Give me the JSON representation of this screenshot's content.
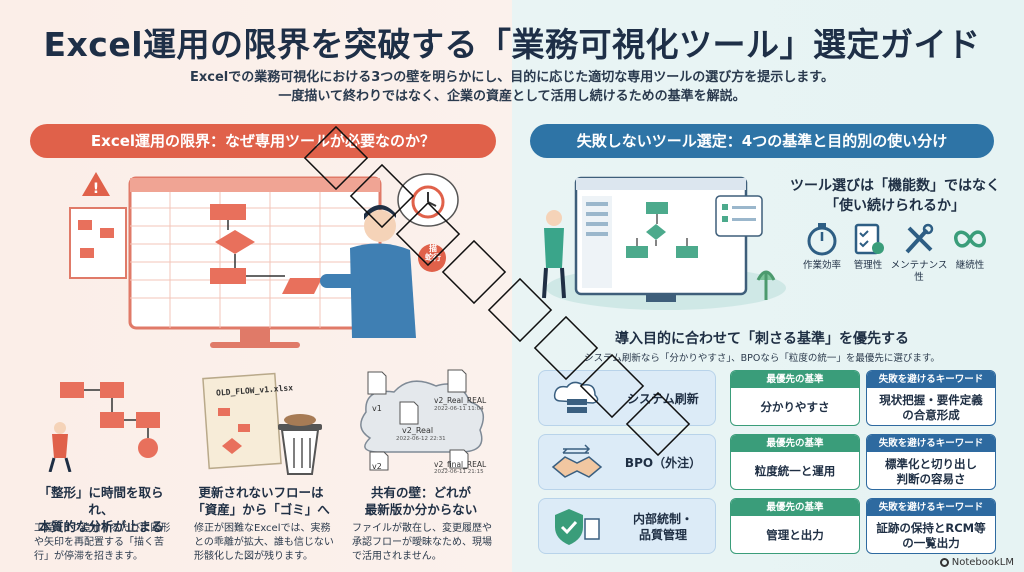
{
  "header": {
    "title": "Excel運用の限界を突破する「業務可視化ツール」選定ガイド",
    "subtitle_line1": "Excelでの業務可視化における3つの壁を明らかにし、目的に応じた適切な専用ツールの選び方を提示します。",
    "subtitle_line2": "一度描いて終わりではなく、企業の資産として活用し続けるための基準を解説。"
  },
  "left": {
    "banner": "Excel運用の限界：なぜ専用ツールが必要なのか？",
    "hero_badge": "描\n蛇行",
    "cards": [
      {
        "title_l1": "「整形」に時間を取られ、",
        "title_l2": "本質的な分析が止まる",
        "body": "工程を1つ追加するたびに図形や矢印を再配置する「描く苦行」が停滞を招きます。"
      },
      {
        "file_label": "OLD_FLOW_v1.xlsx",
        "title_l1": "更新されないフローは",
        "title_l2": "「資産」から「ゴミ」へ",
        "body": "修正が困難なExcelでは、実務との乖離が拡大、誰も信じない形骸化した図が残ります。"
      },
      {
        "files": [
          "v1",
          "v2_Real_REAL",
          "v2_Real",
          "v2",
          "v2_final_REAL"
        ],
        "dates": [
          "2022-06-11 11:04",
          "2022-06-12 22:31",
          "2022-06-11 21:15"
        ],
        "title_l1": "共有の壁：どれが",
        "title_l2": "最新版か分からない",
        "body": "ファイルが散在し、変更履歴や承認フローが曖昧なため、現場で活用されません。"
      }
    ]
  },
  "right": {
    "banner": "失敗しないツール選定：4つの基準と目的別の使い分け",
    "question_l1": "ツール選びは「機能数」ではなく",
    "question_l2": "「使い続けられるか」",
    "criteria": [
      "作業効率",
      "管理性",
      "メンテナンス性",
      "継続性"
    ],
    "sub_heading": "導入目的に合わせて「刺さる基準」を優先する",
    "sub_text": "システム刷新なら「分かりやすさ」、BPOなら「粒度の統一」を最優先に選びます。",
    "rows": [
      {
        "purpose": "システム刷新",
        "criterion_header": "最優先の基準",
        "criterion": "分かりやすさ",
        "keyword_header": "失敗を避けるキーワード",
        "keyword_l1": "現状把握・要件定義",
        "keyword_l2": "の合意形成"
      },
      {
        "purpose": "BPO（外注）",
        "criterion_header": "最優先の基準",
        "criterion": "粒度統一と運用",
        "keyword_header": "失敗を避けるキーワード",
        "keyword_l1": "標準化と切り出し",
        "keyword_l2": "判断の容易さ"
      },
      {
        "purpose_l1": "内部統制・",
        "purpose_l2": "品質管理",
        "criterion_header": "最優先の基準",
        "criterion": "管理と出力",
        "keyword_header": "失敗を避けるキーワード",
        "keyword_l1": "証跡の保持とRCM等",
        "keyword_l2": "の一覧出力"
      }
    ]
  },
  "footer": {
    "logo": "NotebookLM"
  },
  "colors": {
    "left_accent": "#e0614a",
    "right_accent": "#2e74a6",
    "green": "#3a9d7a",
    "blue": "#2e6aa0"
  }
}
